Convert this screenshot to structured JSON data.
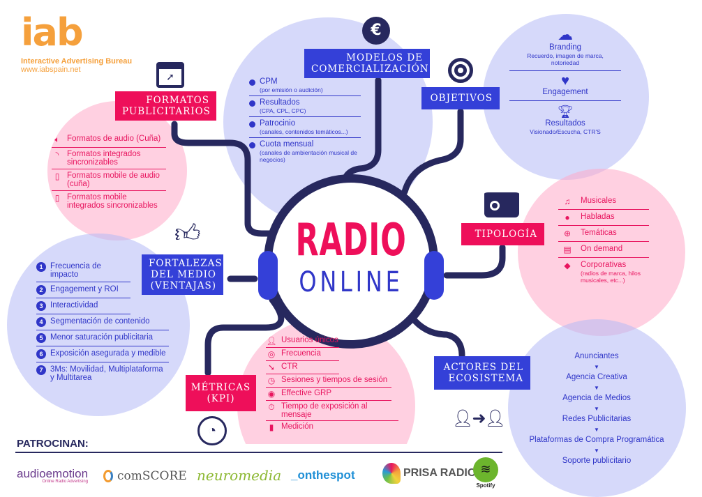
{
  "brand": {
    "logo": "iab",
    "name": "Interactive Advertising Bureau",
    "url": "www.iabspain.net",
    "orange": "#f5a03c"
  },
  "center": {
    "line1": "RADIO",
    "line2": "ONLINE",
    "colors": {
      "radio": "#ee0f5a",
      "online": "#3036c8",
      "ring": "#27285e"
    }
  },
  "formatos": {
    "title": "FORMATOS PUBLICITARIOS",
    "icon": "browser-cursor-icon",
    "items": [
      {
        "icon": "speaker-icon",
        "text": "Formatos de audio (Cuña)"
      },
      {
        "icon": "rss-icon",
        "text": "Formatos integrados sincronizables"
      },
      {
        "icon": "mobile-speaker-icon",
        "text": "Formatos mobile de audio (cuña)"
      },
      {
        "icon": "mobile-rss-icon",
        "text": "Formatos mobile integrados sincronizables"
      }
    ]
  },
  "modelos": {
    "title": "MODELOS DE COMERCIALIZACIÓN",
    "icon": "euro-icon",
    "items": [
      {
        "text": "CPM",
        "sub": "(por emisión o audición)"
      },
      {
        "text": "Resultados",
        "sub": "(CPA, CPL, CPC)"
      },
      {
        "text": "Patrocinio",
        "sub": "(canales, contenidos temáticos...)"
      },
      {
        "text": "Cuota mensual",
        "sub": "(canales de ambientación musical de negocios)"
      }
    ]
  },
  "objetivos": {
    "title": "OBJETIVOS",
    "icon": "target-icon",
    "items": [
      {
        "icon": "cloud-icon",
        "text": "Branding",
        "sub": "Recuerdo, imagen de marca, notoriedad"
      },
      {
        "icon": "heart-icon",
        "text": "Engagement",
        "sub": ""
      },
      {
        "icon": "trophy-icon",
        "text": "Resultados",
        "sub": "Visionado/Escucha, CTR'S"
      }
    ]
  },
  "tipologia": {
    "title": "TIPOLOGÍA",
    "icon": "radio-icon",
    "items": [
      {
        "icon": "music-icon",
        "text": "Musicales",
        "sub": ""
      },
      {
        "icon": "speech-bubble-icon",
        "text": "Habladas",
        "sub": ""
      },
      {
        "icon": "globe-icon",
        "text": "Temáticas",
        "sub": ""
      },
      {
        "icon": "clipboard-icon",
        "text": "On demand",
        "sub": ""
      },
      {
        "icon": "tag-icon",
        "text": "Corporativas",
        "sub": "(radios de marca, hilos musicales, etc...)"
      }
    ]
  },
  "fortalezas": {
    "title": "FORTALEZAS DEL MEDIO (VENTAJAS)",
    "icon": "thumbs-up-icon",
    "items": [
      "Frecuencia de impacto",
      "Engagement y ROI",
      "Interactividad",
      "Segmentación de contenido",
      "Menor saturación publicitaria",
      "Exposición asegurada y medible",
      "3Ms: Movilidad, Multiplataforma y Multitarea"
    ]
  },
  "metricas": {
    "title": "MÉTRICAS (KPI)",
    "icon": "gauge-icon",
    "items": [
      {
        "icon": "user-icon",
        "text": "Usuarios únicos"
      },
      {
        "icon": "antenna-icon",
        "text": "Frecuencia"
      },
      {
        "icon": "cursor-icon",
        "text": "CTR"
      },
      {
        "icon": "clock-icon",
        "text": "Sesiones y tiempos de sesión"
      },
      {
        "icon": "search-cursor-icon",
        "text": "Effective GRP"
      },
      {
        "icon": "stopwatch-icon",
        "text": "Tiempo de exposición al mensaje"
      },
      {
        "icon": "bar-chart-icon",
        "text": "Medición"
      }
    ]
  },
  "actores": {
    "title": "ACTORES DEL ECOSISTEMA",
    "icon": "user-transfer-icon",
    "items": [
      "Anunciantes",
      "Agencia Creativa",
      "Agencia de Medios",
      "Redes Publicitarias",
      "Plataformas de Compra Programática",
      "Soporte publicitario"
    ]
  },
  "sponsors": {
    "title": "PATROCINAN:",
    "logos": [
      {
        "name": "audioemotion",
        "tagline": "Online Radio Advertising"
      },
      {
        "name": "comSCORE",
        "tagline": ""
      },
      {
        "name": "neuromedia",
        "tagline": ""
      },
      {
        "name": "_onthespot",
        "tagline": ""
      },
      {
        "name": "PRISA RADIO",
        "tagline": ""
      },
      {
        "name": "Spotify",
        "tagline": ""
      }
    ]
  }
}
